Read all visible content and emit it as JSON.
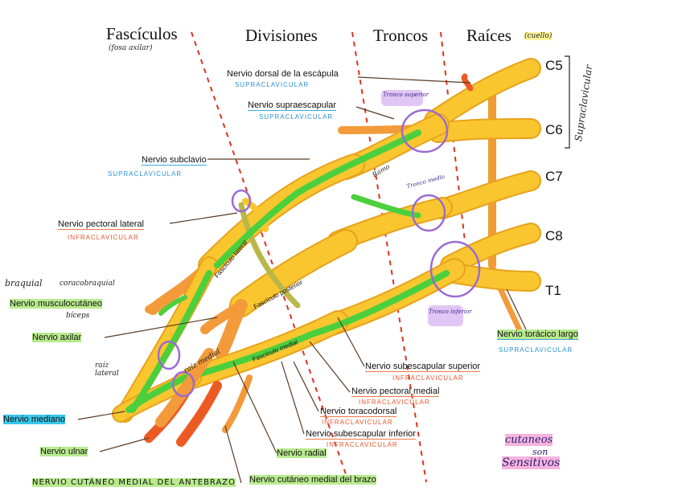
{
  "headers": {
    "fasciculos": "Fascículos",
    "fasciculos_note": "(fosa axilar)",
    "divisiones": "Divisiones",
    "troncos": "Troncos",
    "raices": "Raíces",
    "raices_note": "(cuello)"
  },
  "roots": {
    "c5": "C5",
    "c6": "C6",
    "c7": "C7",
    "c8": "C8",
    "t1": "T1"
  },
  "side_note": "Supraclavicular",
  "trunk_notes": {
    "superior": "Tronco superior",
    "medio": "Tronco medio",
    "inferior": "Tronco inferior"
  },
  "structures": {
    "ramo": "Ramo",
    "fasc_lateral": "Fascículo lateral",
    "fasc_posterior": "Fascículo posterior",
    "fasc_medial": "Fascículo medial",
    "raiz_lateral": "raíz lateral",
    "raiz_medial": "raíz medial"
  },
  "nerves": {
    "dorsal_escapula": {
      "name": "Nervio dorsal de la escápula",
      "group": "SUPRACLAVICULAR"
    },
    "supraescapular": {
      "name": "Nervio supraescapular",
      "group": "SUPRACLAVICULAR"
    },
    "subclavio": {
      "name": "Nervio subclavio",
      "group": "SUPRACLAVICULAR"
    },
    "pectoral_lateral": {
      "name": "Nervio pectoral lateral",
      "group": "INFRACLAVICULAR"
    },
    "musculocutaneo": {
      "name": "Nervio musculocutáneo",
      "note": "bíceps",
      "note2": "braquial",
      "note3": "coracobraquial"
    },
    "axilar": {
      "name": "Nervio axilar"
    },
    "mediano": {
      "name": "Nervio mediano"
    },
    "ulnar": {
      "name": "Nervio ulnar"
    },
    "cutaneo_antebrazo": {
      "name": "NERVIO CUTÁNEO MEDIAL DEL ANTEBRAZO"
    },
    "cutaneo_brazo": {
      "name": "Nervio cutáneo medial del brazo"
    },
    "radial": {
      "name": "Nervio radial"
    },
    "subescapular_inf": {
      "name": "Nervio subescapular inferior",
      "group": "INFRACLAVICULAR"
    },
    "toracodorsal": {
      "name": "Nervio toracodorsal",
      "group": "INFRACLAVICULAR"
    },
    "pectoral_medial": {
      "name": "Nervio pectoral medial",
      "group": "INFRACLAVICULAR"
    },
    "subescapular_sup": {
      "name": "Nervio subescapular superior",
      "group": "INFRACLAVICULAR"
    },
    "toracico_largo": {
      "name": "Nervio torácico largo",
      "group": "SUPRACLAVICULAR"
    }
  },
  "sensory_note": {
    "line1": "cutaneos",
    "line2": "son",
    "line3": "Sensitivos"
  },
  "colors": {
    "nerve_yellow": "#f9c62f",
    "nerve_outline": "#e8a21c",
    "nerve_orange": "#f39a3a",
    "nerve_red": "#ec5a24",
    "highlight_green": "#4ccf3d",
    "olive": "#b9b748",
    "purple_ring": "#9b6bd1",
    "divider_red": "#e0311f",
    "accent_blue": "#2b8fd6",
    "accent_orange": "#e8562c"
  }
}
